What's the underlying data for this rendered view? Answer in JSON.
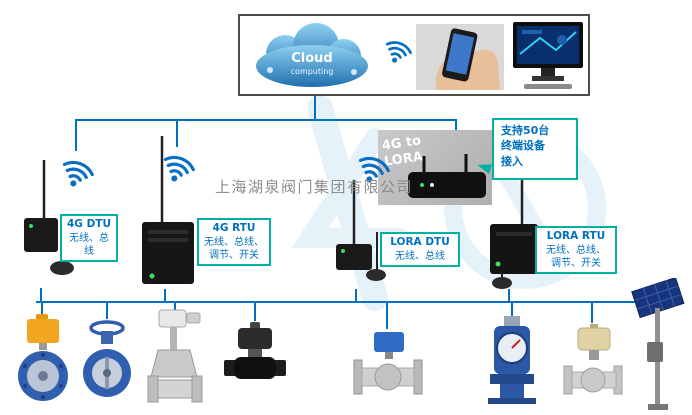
{
  "watermark": {
    "company": "上海湖泉阀门集团有限公司"
  },
  "cloud": {
    "title": "Cloud",
    "subtitle": "computing"
  },
  "gateway": {
    "label": "4G to\nLORA"
  },
  "support_box": {
    "text": "支持50台\n终端设备\n接入"
  },
  "device_labels": {
    "dtu4g": {
      "title": "4G DTU",
      "desc": "无线、总线"
    },
    "rtu4g": {
      "title": "4G RTU",
      "desc": "无线、总线、\n调节、开关"
    },
    "lora_dtu": {
      "title": "LORA DTU",
      "desc": "无线、总线"
    },
    "lora_rtu": {
      "title": "LORA RTU",
      "desc": "无线、总线、\n调节、开关"
    }
  },
  "icons": {
    "wifi": "wifi-signal-arcs",
    "cloud": "cloud-shape",
    "antenna": "whip-antenna"
  },
  "colors": {
    "connector_line": "#0070c0",
    "label_border": "#00b0a0",
    "label_text": "#0070c0",
    "cloud_blue": "#1f6fb0",
    "actuator_yellow": "#f2a51e",
    "valve_blue": "#2f5fae"
  }
}
